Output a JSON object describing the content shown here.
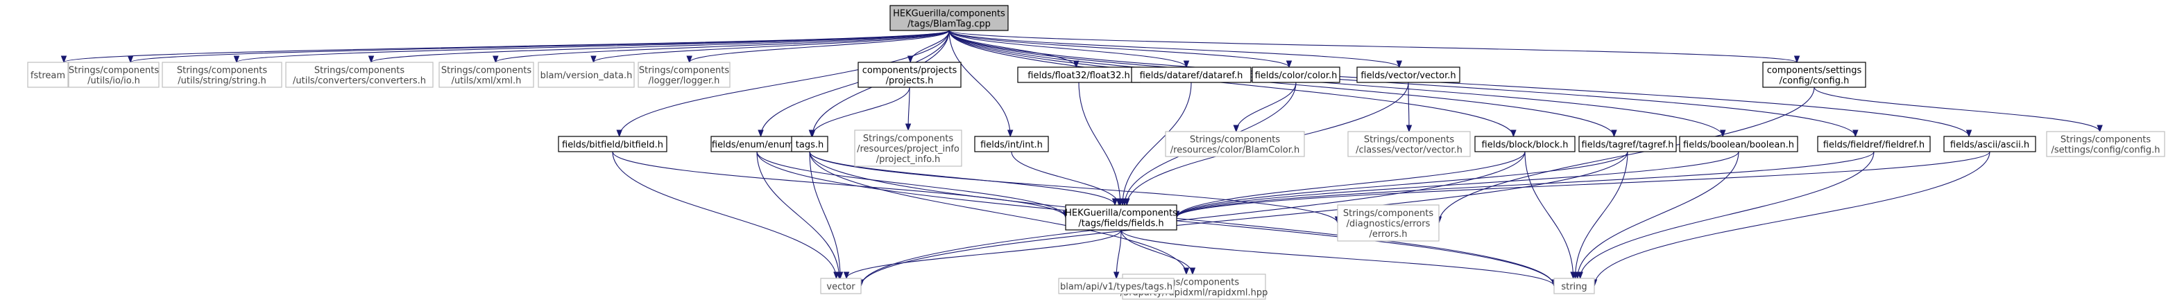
{
  "diagram": {
    "colors": {
      "edge": "#191970",
      "root_fill": "#bfbfbf",
      "documented_border": "#000000",
      "undocumented_border": "#bfbfbf"
    },
    "nodes": [
      {
        "id": "root",
        "kind": "root",
        "lines": [
          "HEKGuerilla/components",
          "/tags/BlamTag.cpp"
        ]
      },
      {
        "id": "fstream",
        "kind": "undocumented",
        "lines": [
          "fstream"
        ]
      },
      {
        "id": "io",
        "kind": "undocumented",
        "lines": [
          "Strings/components",
          "/utils/io/io.h"
        ]
      },
      {
        "id": "stringh",
        "kind": "undocumented",
        "lines": [
          "Strings/components",
          "/utils/string/string.h"
        ]
      },
      {
        "id": "converters",
        "kind": "undocumented",
        "lines": [
          "Strings/components",
          "/utils/converters/converters.h"
        ]
      },
      {
        "id": "xml",
        "kind": "undocumented",
        "lines": [
          "Strings/components",
          "/utils/xml/xml.h"
        ]
      },
      {
        "id": "version",
        "kind": "undocumented",
        "lines": [
          "blam/version_data.h"
        ]
      },
      {
        "id": "logger",
        "kind": "undocumented",
        "lines": [
          "Strings/components",
          "/logger/logger.h"
        ]
      },
      {
        "id": "projects",
        "kind": "documented",
        "lines": [
          "components/projects",
          "/projects.h"
        ]
      },
      {
        "id": "float32",
        "kind": "documented",
        "lines": [
          "fields/float32/float32.h"
        ]
      },
      {
        "id": "dataref",
        "kind": "documented",
        "lines": [
          "fields/dataref/dataref.h"
        ]
      },
      {
        "id": "color",
        "kind": "documented",
        "lines": [
          "fields/color/color.h"
        ]
      },
      {
        "id": "vector_h",
        "kind": "documented",
        "lines": [
          "fields/vector/vector.h"
        ]
      },
      {
        "id": "config",
        "kind": "documented",
        "lines": [
          "components/settings",
          "/config/config.h"
        ]
      },
      {
        "id": "bitfield",
        "kind": "documented",
        "lines": [
          "fields/bitfield/bitfield.h"
        ]
      },
      {
        "id": "enum",
        "kind": "documented",
        "lines": [
          "fields/enum/enum.h"
        ]
      },
      {
        "id": "tags",
        "kind": "documented",
        "lines": [
          "tags.h"
        ]
      },
      {
        "id": "project_info",
        "kind": "undocumented",
        "lines": [
          "Strings/components",
          "/resources/project_info",
          "/project_info.h"
        ]
      },
      {
        "id": "int",
        "kind": "documented",
        "lines": [
          "fields/int/int.h"
        ]
      },
      {
        "id": "blamcolor",
        "kind": "undocumented",
        "lines": [
          "Strings/components",
          "/resources/color/BlamColor.h"
        ]
      },
      {
        "id": "vectorvec",
        "kind": "undocumented",
        "lines": [
          "Strings/components",
          "/classes/vector/vector.h"
        ]
      },
      {
        "id": "block",
        "kind": "documented",
        "lines": [
          "fields/block/block.h"
        ]
      },
      {
        "id": "tagref",
        "kind": "documented",
        "lines": [
          "fields/tagref/tagref.h"
        ]
      },
      {
        "id": "boolean",
        "kind": "documented",
        "lines": [
          "fields/boolean/boolean.h"
        ]
      },
      {
        "id": "fieldref",
        "kind": "documented",
        "lines": [
          "fields/fieldref/fieldref.h"
        ]
      },
      {
        "id": "ascii",
        "kind": "documented",
        "lines": [
          "fields/ascii/ascii.h"
        ]
      },
      {
        "id": "configh",
        "kind": "undocumented",
        "lines": [
          "Strings/components",
          "/settings/config/config.h"
        ]
      },
      {
        "id": "fields",
        "kind": "documented",
        "lines": [
          "HEKGuerilla/components",
          "/tags/fields/fields.h"
        ]
      },
      {
        "id": "errors",
        "kind": "undocumented",
        "lines": [
          "Strings/components",
          "/diagnostics/errors",
          "/errors.h"
        ]
      },
      {
        "id": "vector",
        "kind": "undocumented",
        "lines": [
          "vector"
        ]
      },
      {
        "id": "rapidxml",
        "kind": "undocumented",
        "lines": [
          "Strings/components",
          "/3rdparty/rapidxml/rapidxml.hpp"
        ]
      },
      {
        "id": "blamtags",
        "kind": "undocumented",
        "lines": [
          "blam/api/v1/types/tags.h"
        ]
      },
      {
        "id": "string",
        "kind": "undocumented",
        "lines": [
          "string"
        ]
      }
    ]
  }
}
